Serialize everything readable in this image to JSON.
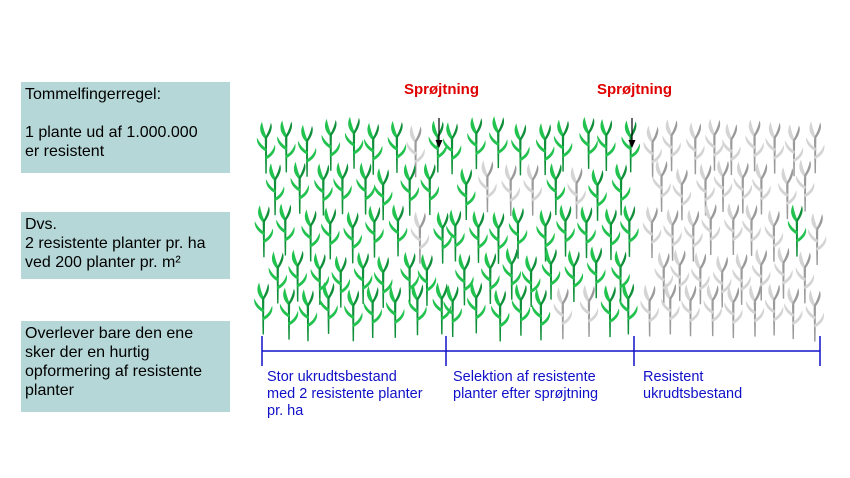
{
  "colors": {
    "box_bg": "#b6d7d7",
    "spray_text": "#e00000",
    "caption_text": "#1010c8",
    "plant_green": "#1fb34a",
    "plant_gray": "#b8b8b8",
    "timeline": "#1010c8"
  },
  "left_boxes": [
    {
      "text": "Tommelfingerregel:\n\n1 plante ud af 1.000.000\ner resistent"
    },
    {
      "text": "Dvs.\n2 resistente planter pr. ha\nved 200 planter pr. m²"
    },
    {
      "text": "Overlever bare den ene\nsker der en hurtig\nopformering af resistente\nplanter"
    }
  ],
  "spray_labels": [
    "Sprøjtning",
    "Sprøjtning"
  ],
  "stages": [
    {
      "caption": "Stor ukrudtsbestand\nmed 2 resistente planter\npr. ha",
      "green_share": 0.96
    },
    {
      "caption": "Selektion af resistente\nplanter efter sprøjtning",
      "green_share": 0.82
    },
    {
      "caption": "Resistent\nukrudtsbestand",
      "green_share": 0.06
    }
  ]
}
